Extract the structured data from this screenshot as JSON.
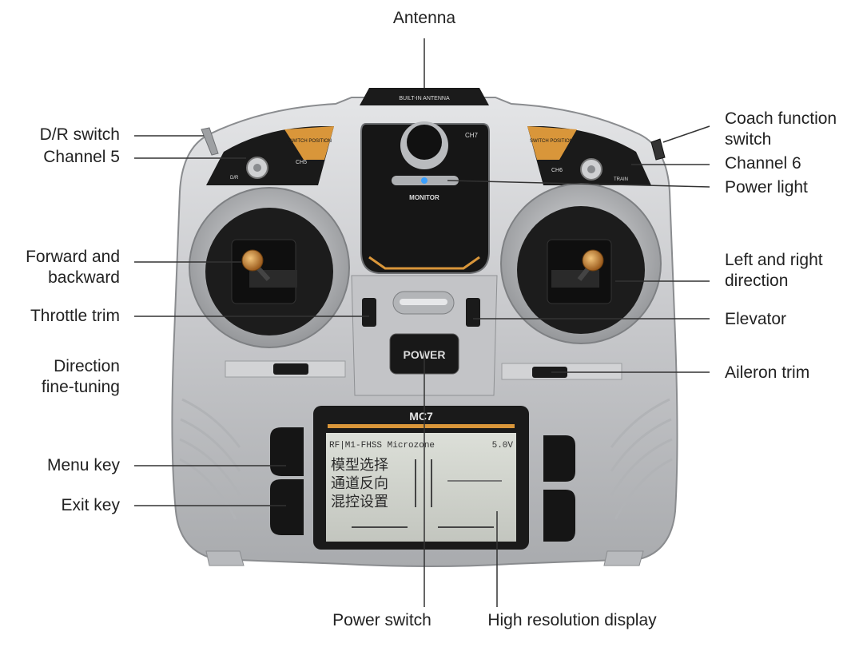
{
  "labels": {
    "antenna": "Antenna",
    "dr_switch": "D/R switch",
    "channel5": "Channel 5",
    "coach_function_line1": "Coach function",
    "coach_function_line2": "switch",
    "channel6": "Channel 6",
    "power_light": "Power light",
    "forward_line1": "Forward and",
    "forward_line2": "backward",
    "left_right_line1": "Left and right",
    "left_right_line2": "direction",
    "throttle_trim": "Throttle trim",
    "elevator": "Elevator",
    "direction_line1": "Direction",
    "direction_line2": "fine-tuning",
    "aileron_trim": "Aileron trim",
    "menu_key": "Menu key",
    "exit_key": "Exit key",
    "power_switch": "Power switch",
    "display": "High resolution display"
  },
  "device": {
    "built_in_antenna": "BUILT-IN ANTENNA",
    "switch_position": "SWITCH POSITION",
    "ch5": "CH5",
    "ch6": "CH6",
    "ch7": "CH7",
    "dr": "D/R",
    "train": "TRAIN",
    "monitor": "MONITOR",
    "power_button": "POWER",
    "brand": "MC7",
    "screen_header": "RF|M1-FHSS Microzone",
    "screen_voltage": "5.0V",
    "screen_menu": [
      "模型选择",
      "通道反向",
      "混控设置"
    ]
  },
  "colors": {
    "body_silver": "#c9cacc",
    "panel_black": "#1a1a1a",
    "accent_orange": "#d9963a",
    "lcd": "#cfd1c9",
    "power_led": "#3aa0ff"
  }
}
